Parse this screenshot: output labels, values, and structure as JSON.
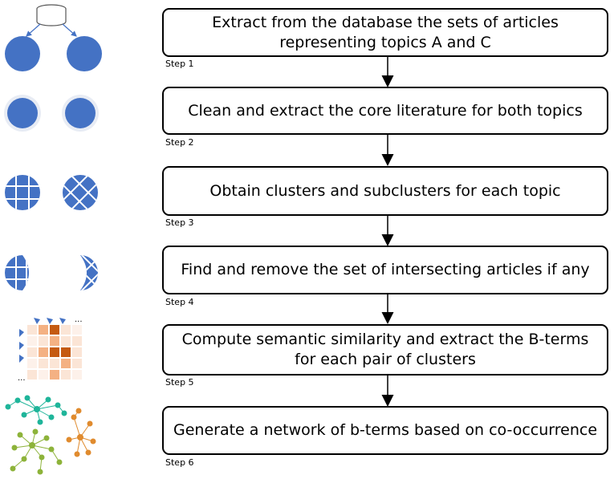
{
  "steps": [
    {
      "label": "Step 1",
      "text": "Extract from the database the sets of articles\nrepresenting topics A and C"
    },
    {
      "label": "Step 2",
      "text": "Clean and extract the core literature for both topics"
    },
    {
      "label": "Step 3",
      "text": "Obtain clusters and subclusters for each topic"
    },
    {
      "label": "Step 4",
      "text": "Find and remove the set of intersecting articles if any"
    },
    {
      "label": "Step 5",
      "text": "Compute semantic similarity and extract the B-terms\nfor each pair of clusters"
    },
    {
      "label": "Step 6",
      "text": "Generate a network of b-terms based on co-occurrence"
    }
  ],
  "icons": [
    "database-split-icon",
    "clean-circles-icon",
    "clustered-circles-icon",
    "intersect-removed-icon",
    "similarity-matrix-icon",
    "network-graph-icon"
  ],
  "matrix_ellipsis": "...",
  "colors": {
    "circle_blue": "#4472C4",
    "arrow": "#000000",
    "matrix_light": "#FBE5D6",
    "matrix_mid": "#F4B183",
    "matrix_dark": "#C55A11",
    "network_teal": "#1FB59A",
    "network_green": "#8DB33A",
    "network_orange": "#E08B2E"
  }
}
